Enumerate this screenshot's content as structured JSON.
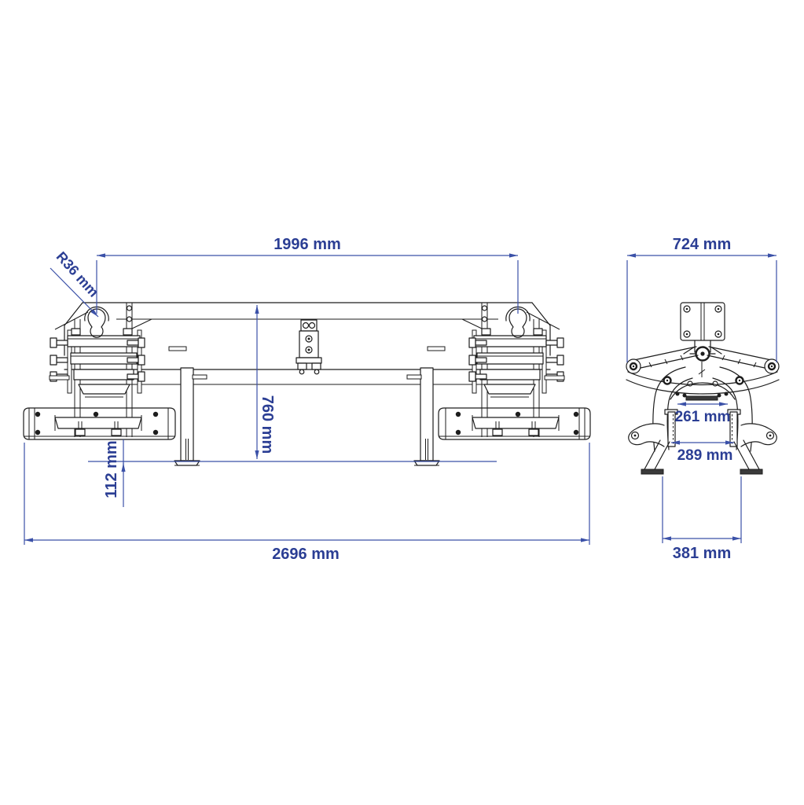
{
  "page": {
    "background": "#ffffff"
  },
  "drawing": {
    "type": "technical-drawing-two-views",
    "colors": {
      "structure_line": "#1d1d1d",
      "dimension": "#2b3e94"
    },
    "dimensions": {
      "hole_spacing": "1996 mm",
      "slot_radius": "R36 mm",
      "side_width": "724 mm",
      "overall_height": "760 mm",
      "ground_clearance": "112 mm",
      "overall_width": "2696 mm",
      "jaw_opening": "261 mm",
      "jaw_width": "289 mm",
      "foot_spacing": "381 mm"
    }
  }
}
